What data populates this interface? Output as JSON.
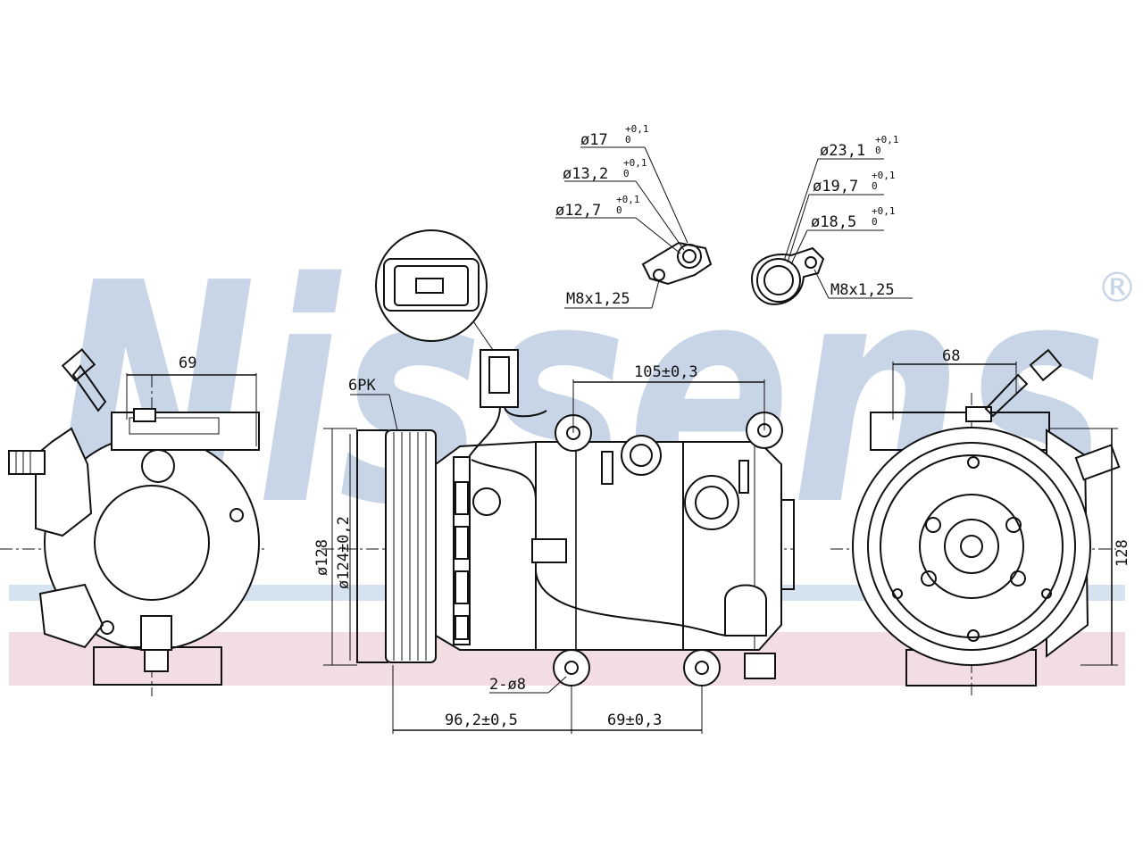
{
  "brand": {
    "name": "Nissens",
    "registered_mark": "®",
    "colors": {
      "watermark_blue": "#c7d5e6",
      "band_blue": "#d5e2ef",
      "band_pink": "#f2dde2",
      "line": "#111111"
    }
  },
  "callouts": {
    "fitting_left": {
      "d17": {
        "value": "ø17",
        "tol_upper": "+0,1",
        "tol_lower": "0"
      },
      "d13_2": {
        "value": "ø13,2",
        "tol_upper": "+0,1",
        "tol_lower": "0"
      },
      "d12_7": {
        "value": "ø12,7",
        "tol_upper": "+0,1",
        "tol_lower": "0"
      },
      "thread": "M8x1,25"
    },
    "fitting_right": {
      "d23_1": {
        "value": "ø23,1",
        "tol_upper": "+0,1",
        "tol_lower": "0"
      },
      "d19_7": {
        "value": "ø19,7",
        "tol_upper": "+0,1",
        "tol_lower": "0"
      },
      "d18_5": {
        "value": "ø18,5",
        "tol_upper": "+0,1",
        "tol_lower": "0"
      },
      "thread": "M8x1,25"
    }
  },
  "dimensions": {
    "left_view_width": "69",
    "pulley_grooves": "6PK",
    "pulley_outer": "ø128",
    "pulley_inner": "ø124±0,2",
    "mount_spacing_top": "105±0,3",
    "mount_holes": "2-ø8",
    "pulley_to_mount": "96,2±0,5",
    "mount_spacing_bottom": "69±0,3",
    "right_view_width": "68",
    "right_view_height": "128"
  }
}
